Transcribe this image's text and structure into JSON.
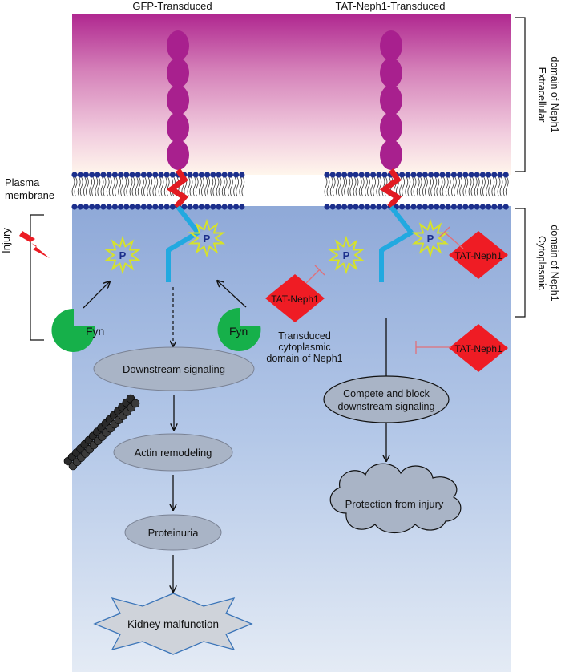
{
  "headers": {
    "left": "GFP-Transduced",
    "right": "TAT-Neph1-Transduced"
  },
  "side_labels": {
    "plasma_line1": "Plasma",
    "plasma_line2": "membrane",
    "injury": "Injury",
    "extracellular_line1": "Extracellular",
    "extracellular_line2": "domain of Neph1",
    "cytoplasmic_line1": "Cytoplasmic",
    "cytoplasmic_line2": "domain of Neph1"
  },
  "molecules": {
    "phospho": "P",
    "kinase": "Fyn",
    "peptide": "TAT-Neph1"
  },
  "transduced_label": {
    "line1": "Transduced",
    "line2": "cytoplasmic",
    "line3": "domain of Neph1"
  },
  "left_flow": {
    "downstream": "Downstream signaling",
    "actin": "Actin remodeling",
    "proteinuria": "Proteinuria",
    "kidney": "Kidney malfunction"
  },
  "right_flow": {
    "compete_line1": "Compete and block",
    "compete_line2": "downstream signaling",
    "protection": "Protection from injury"
  },
  "colors": {
    "magenta": "#a8208e",
    "lipid_head": "#1c2f8c",
    "linker_red": "#e11b22",
    "tail_blue": "#22a9e0",
    "phospho_yellow": "#d6e22a",
    "fyn_green": "#16b04a",
    "tat_red": "#ef1c24",
    "oval_gray": "#a9b4c6",
    "cell_blue": "#9db5dd"
  }
}
